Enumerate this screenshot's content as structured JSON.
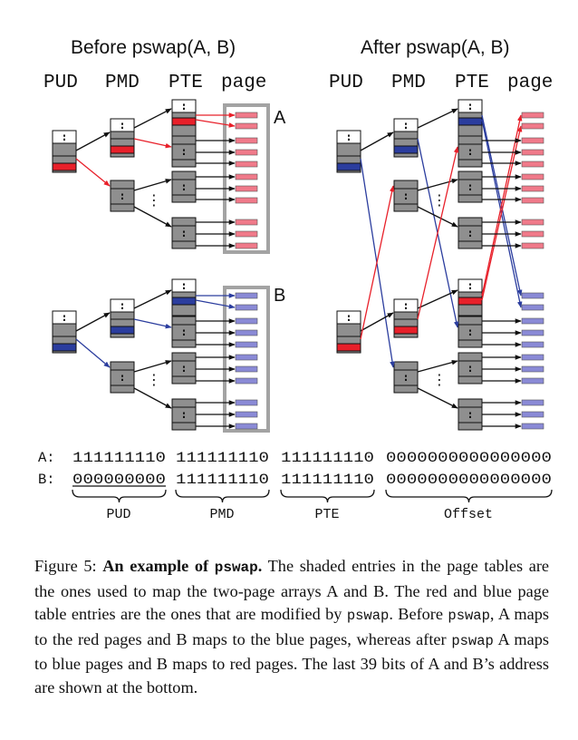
{
  "figure": {
    "before_title": "Before pswap(A, B)",
    "after_title": "After pswap(A, B)",
    "col_pud": "PUD",
    "col_pmd": "PMD",
    "col_pte": "PTE",
    "col_page": "page",
    "label_a": "A",
    "label_b": "B",
    "dots": ":",
    "vdots": "⋮",
    "colors": {
      "red": "#e8202a",
      "blue": "#2b3d9e",
      "gray": "#8f8f8f",
      "pink": "#f07a8a",
      "lavender": "#8a8ad6",
      "frame": "#a3a3a3"
    }
  },
  "bits": {
    "a_prefix": "A:",
    "b_prefix": "B:",
    "a_pud": "111111110",
    "a_pmd": "111111110",
    "a_pte": "111111110",
    "a_offset": "0000000000000000",
    "b_pud": "000000000",
    "b_pmd": "111111110",
    "b_pte": "111111110",
    "b_offset": "0000000000000000",
    "label_pud": "PUD",
    "label_pmd": "PMD",
    "label_pte": "PTE",
    "label_offset": "Offset"
  },
  "caption": {
    "fig_no": "Figure 5: ",
    "lead": "An example of ",
    "lead_code": "pswap",
    "lead_end": ".",
    "t1": " The shaded entries in the page tables are the ones used to map the two-page arrays A and B. The red and blue page table entries are the ones that are modified by ",
    "c1": "pswap",
    "t2": ". Before ",
    "c2": "pswap",
    "t3": ", A maps to the red pages and B maps to the blue pages, whereas after ",
    "c3": "pswap",
    "t4": " A maps to blue pages and B maps to red pages. The last 39 bits of A and B’s address are shown at the bottom."
  }
}
